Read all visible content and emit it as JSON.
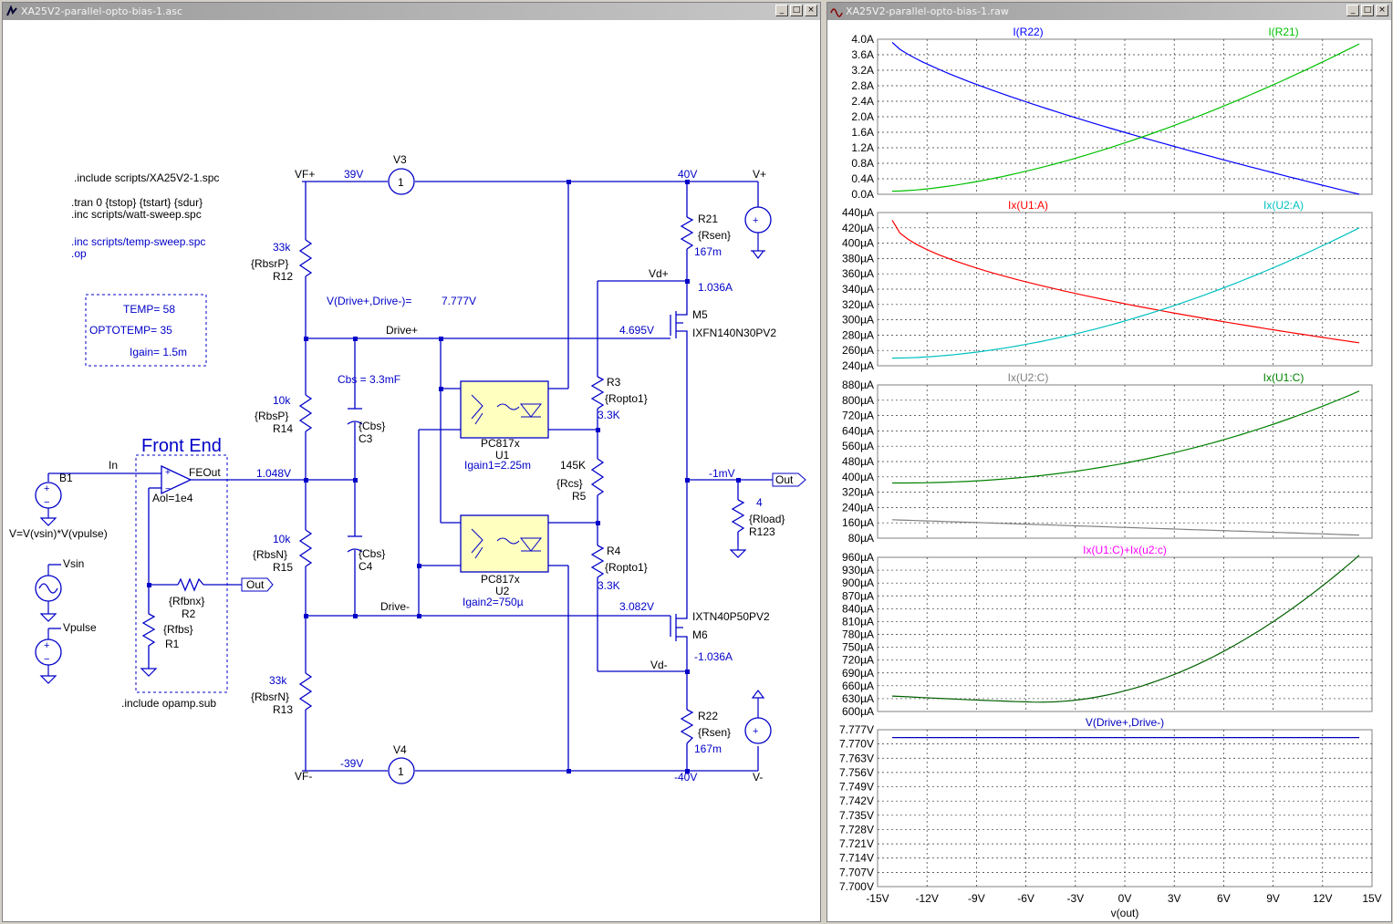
{
  "schematic_window": {
    "title": "XA25V2-parallel-opto-bias-1.asc",
    "buttons": {
      "minimize": "_",
      "maximize": "□",
      "close": "×"
    },
    "directives": [
      ".include scripts/XA25V2-1.spc",
      ".tran 0 {tstop} {tstart} {sdur}",
      ".inc scripts/watt-sweep.spc",
      ".inc scripts/temp-sweep.spc",
      ".op"
    ],
    "params": {
      "temp": "TEMP= 58",
      "optotemp": "OPTOTEMP= 35",
      "igain": "Igain= 1.5m"
    },
    "front_end_label": "Front End",
    "include_opamp": ".include opamp.sub",
    "labels": {
      "vfp": "VF+",
      "vfn": "VF-",
      "v39": "39V",
      "vn39": "-39V",
      "v40": "40V",
      "vn40": "-40V",
      "vplus": "V+",
      "vminus": "V-",
      "v3": "V3",
      "v4": "V4",
      "r12_val": "33k",
      "r12_param": "{RbsrP}",
      "r12": "R12",
      "r14_val": "10k",
      "r14_param": "{RbsP}",
      "r14": "R14",
      "r15_val": "10k",
      "r15_param": "{RbsN}",
      "r15": "R15",
      "r13_val": "33k",
      "r13_param": "{RbsrN}",
      "r13": "R13",
      "r21": "R21",
      "r21_param": "{Rsen}",
      "r21_val": "167m",
      "r22": "R22",
      "r22_param": "{Rsen}",
      "r22_val": "167m",
      "r3": "R3",
      "r3_param": "{Ropto1}",
      "r3_val": "3.3K",
      "r4": "R4",
      "r4_param": "{Ropto1}",
      "r4_val": "3.3K",
      "r5_val": "145K",
      "r5_param": "{Rcs}",
      "r5": "R5",
      "r123_val": "4",
      "r123_param": "{Rload}",
      "r123": "R123",
      "c3_param": "{Cbs}",
      "c3": "C3",
      "c4_param": "{Cbs}",
      "c4": "C4",
      "cbs": "Cbs = 3.3mF",
      "vdrive": "V(Drive+,Drive-)=",
      "vdrive_val": "7.777V",
      "drivep": "Drive+",
      "driven": "Drive-",
      "vdp": "Vd+",
      "vdn": "Vd-",
      "i_m5": "1.036A",
      "i_m6": "-1.036A",
      "v_gate5": "4.695V",
      "v_gate6": "3.082V",
      "m5": "M5",
      "m5_part": "IXFN140N30PV2",
      "m6": "M6",
      "m6_part": "IXTN40P50PV2",
      "u1_part": "PC817x",
      "u1": "U1",
      "u1_gain": "Igain1=2.25m",
      "u2_part": "PC817x",
      "u2": "U2",
      "u2_gain": "Igain2=750µ",
      "v_fe": "1.048V",
      "v_out": "-1mV",
      "out": "Out",
      "out2": "Out",
      "in": "In",
      "b1": "B1",
      "b1_expr": "V=V(vsin)*V(vpulse)",
      "feout": "FEOut",
      "aol": "Aol=1e4",
      "vsin": "Vsin",
      "vpulse": "Vpulse",
      "rfbnx": "{Rfbnx}",
      "r2": "R2",
      "rfbs": "{Rfbs}",
      "r1": "R1",
      "src_one": "1"
    }
  },
  "waveform_window": {
    "title": "XA25V2-parallel-opto-bias-1.raw",
    "buttons": {
      "minimize": "_",
      "maximize": "□",
      "close": "×"
    },
    "x_axis_label": "v(out)",
    "x_ticks": [
      "-15V",
      "-12V",
      "-9V",
      "-6V",
      "-3V",
      "0V",
      "3V",
      "6V",
      "9V",
      "12V",
      "15V"
    ],
    "panes": [
      {
        "traces": [
          "I(R22)",
          "I(R21)"
        ],
        "trace_colors": [
          "#0000ff",
          "#00c000"
        ],
        "y_ticks": [
          "4.0A",
          "3.6A",
          "3.2A",
          "2.8A",
          "2.4A",
          "2.0A",
          "1.6A",
          "1.2A",
          "0.8A",
          "0.4A",
          "0.0A"
        ]
      },
      {
        "traces": [
          "Ix(U1:A)",
          "Ix(U2:A)"
        ],
        "trace_colors": [
          "#ff0000",
          "#00c0c0"
        ],
        "y_ticks": [
          "440µA",
          "420µA",
          "400µA",
          "380µA",
          "360µA",
          "340µA",
          "320µA",
          "300µA",
          "280µA",
          "260µA",
          "240µA"
        ]
      },
      {
        "traces": [
          "Ix(U2:C)",
          "Ix(U1:C)"
        ],
        "trace_colors": [
          "#808080",
          "#008000"
        ],
        "y_ticks": [
          "880µA",
          "800µA",
          "720µA",
          "640µA",
          "560µA",
          "480µA",
          "400µA",
          "320µA",
          "240µA",
          "160µA",
          "80µA"
        ]
      },
      {
        "traces": [
          "Ix(U1:C)+Ix(u2:c)"
        ],
        "trace_colors": [
          "#ff00ff"
        ],
        "y_ticks": [
          "960µA",
          "930µA",
          "900µA",
          "870µA",
          "840µA",
          "810µA",
          "780µA",
          "750µA",
          "720µA",
          "690µA",
          "660µA",
          "630µA",
          "600µA"
        ]
      },
      {
        "traces": [
          "V(Drive+,Drive-)"
        ],
        "trace_colors": [
          "#0000c0"
        ],
        "y_ticks": [
          "7.777V",
          "7.770V",
          "7.763V",
          "7.756V",
          "7.749V",
          "7.742V",
          "7.735V",
          "7.728V",
          "7.721V",
          "7.714V",
          "7.707V",
          "7.700V"
        ]
      }
    ]
  }
}
